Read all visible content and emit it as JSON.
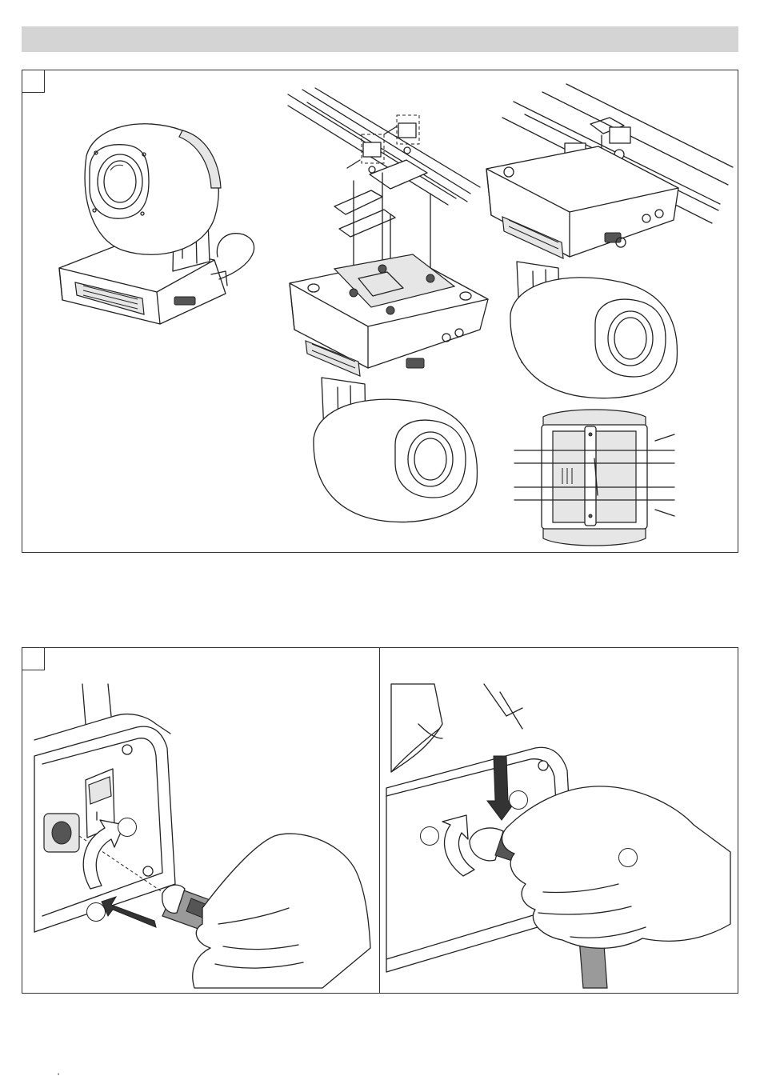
{
  "page": {
    "footer_mark": "'"
  },
  "figures": [
    {
      "id": "mounting",
      "panels": [
        "moving-head-standing",
        "clamp-mounting-exploded",
        "mounted-on-truss",
        "bottom-view-truss"
      ]
    },
    {
      "id": "power-connection",
      "panels": [
        "plug-insert-and-twist",
        "plug-release-and-pull"
      ]
    }
  ],
  "colors": {
    "header_bar": "#d4d4d4",
    "cable": "#9a9a9a",
    "line_art": "#222222"
  },
  "icons": [
    "arrow-curved-icon",
    "arrow-straight-icon",
    "callout-circle-icon"
  ]
}
